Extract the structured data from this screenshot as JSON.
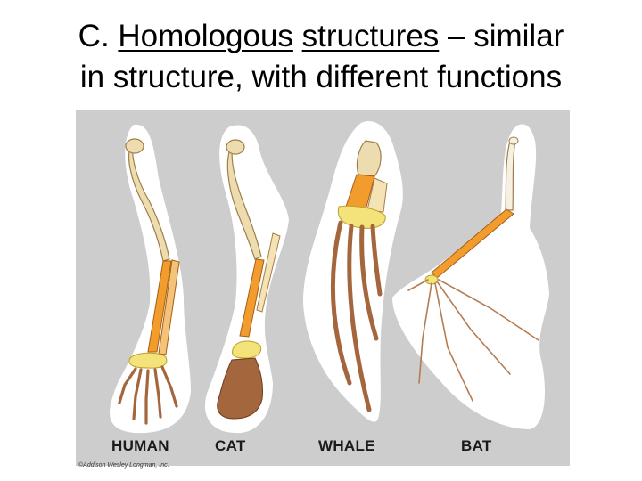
{
  "title": {
    "part1": "C. ",
    "part2": "Homologous",
    "part3": " ",
    "part4": "structures",
    "part5": " – similar",
    "line2": "in structure, with different functions"
  },
  "labels": {
    "human": "HUMAN",
    "cat": "CAT",
    "whale": "WHALE",
    "bat": "BAT"
  },
  "credit": "©Addison Wesley Longman, Inc.",
  "colors": {
    "background": "#cdcdcd",
    "humerus": "#eddcaf",
    "radius_ulna": "#f39c2e",
    "carpals": "#f3e37a",
    "phalanges": "#a4663c"
  }
}
